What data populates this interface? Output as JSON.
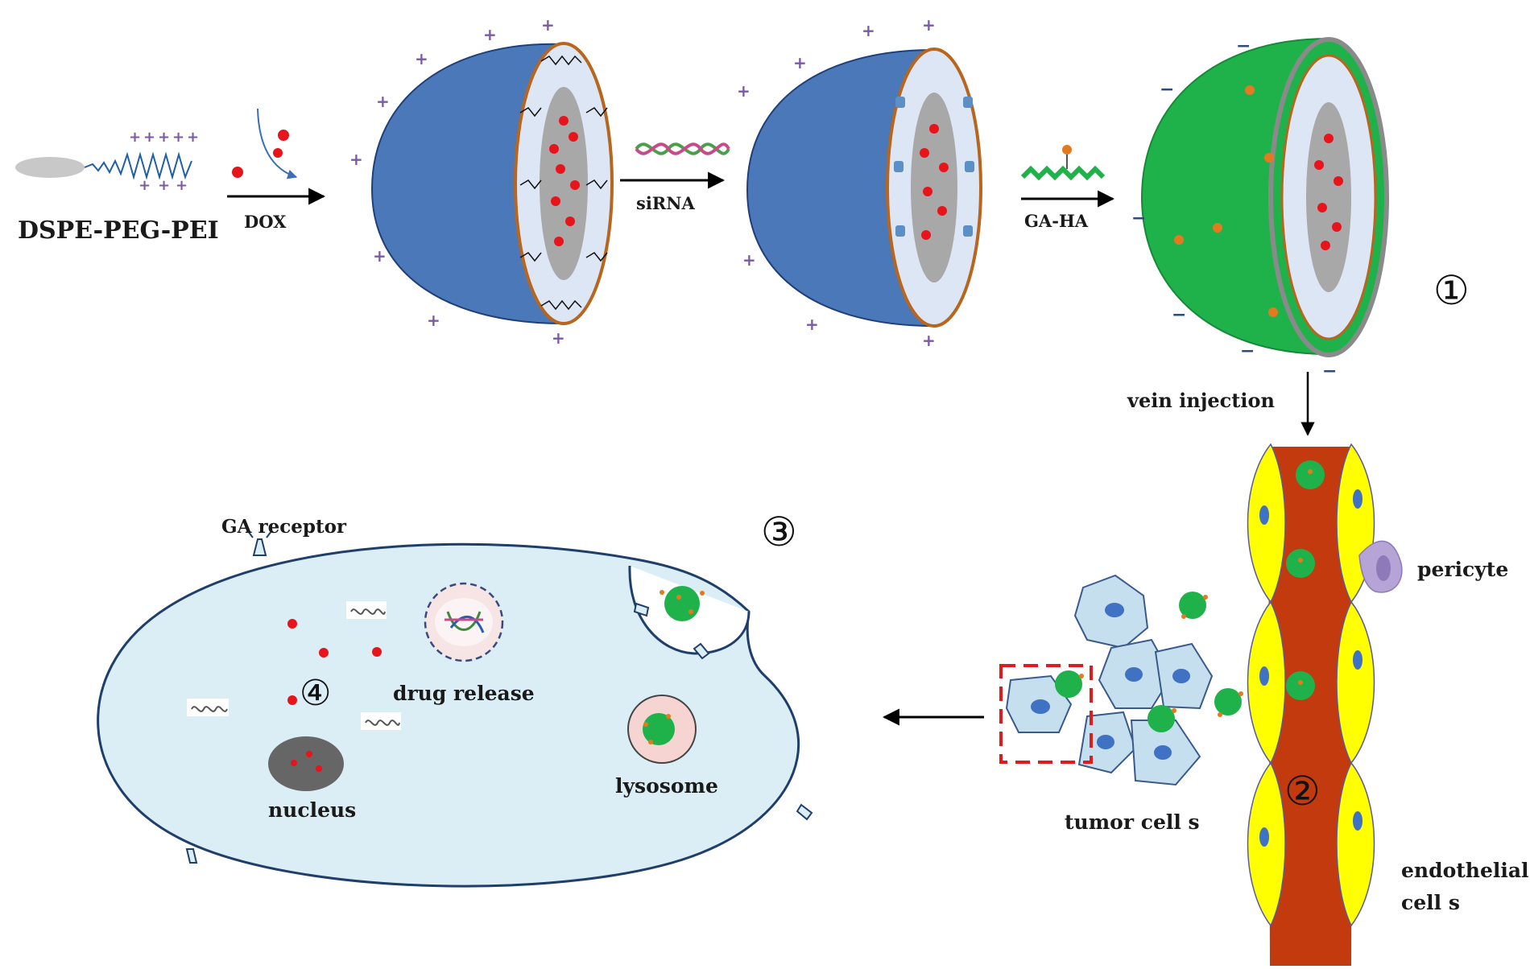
{
  "labels": {
    "dspe": "DSPE-PEG-PEI",
    "dox": "DOX",
    "sirna": "siRNA",
    "gaha": "GA-HA",
    "vein": "vein injection",
    "pericyte": "pericyte",
    "endothelial1": "endothelial",
    "endothelial2": "cell s",
    "tumor": "tumor  cell s",
    "ga_receptor": "GA receptor",
    "drug_release": "drug release",
    "nucleus": "nucleus",
    "lysosome": "lysosome"
  },
  "steps": {
    "s1": "①",
    "s2": "②",
    "s3": "③",
    "s4": "④"
  },
  "colors": {
    "blue_np": "#4a78b8",
    "green_np": "#1fb24a",
    "vessel": "#c23a0e",
    "endothelial": "#ffff00",
    "cell_fill": "#dbeef6",
    "dox_red": "#e8141b",
    "rim": "#b8651e"
  }
}
